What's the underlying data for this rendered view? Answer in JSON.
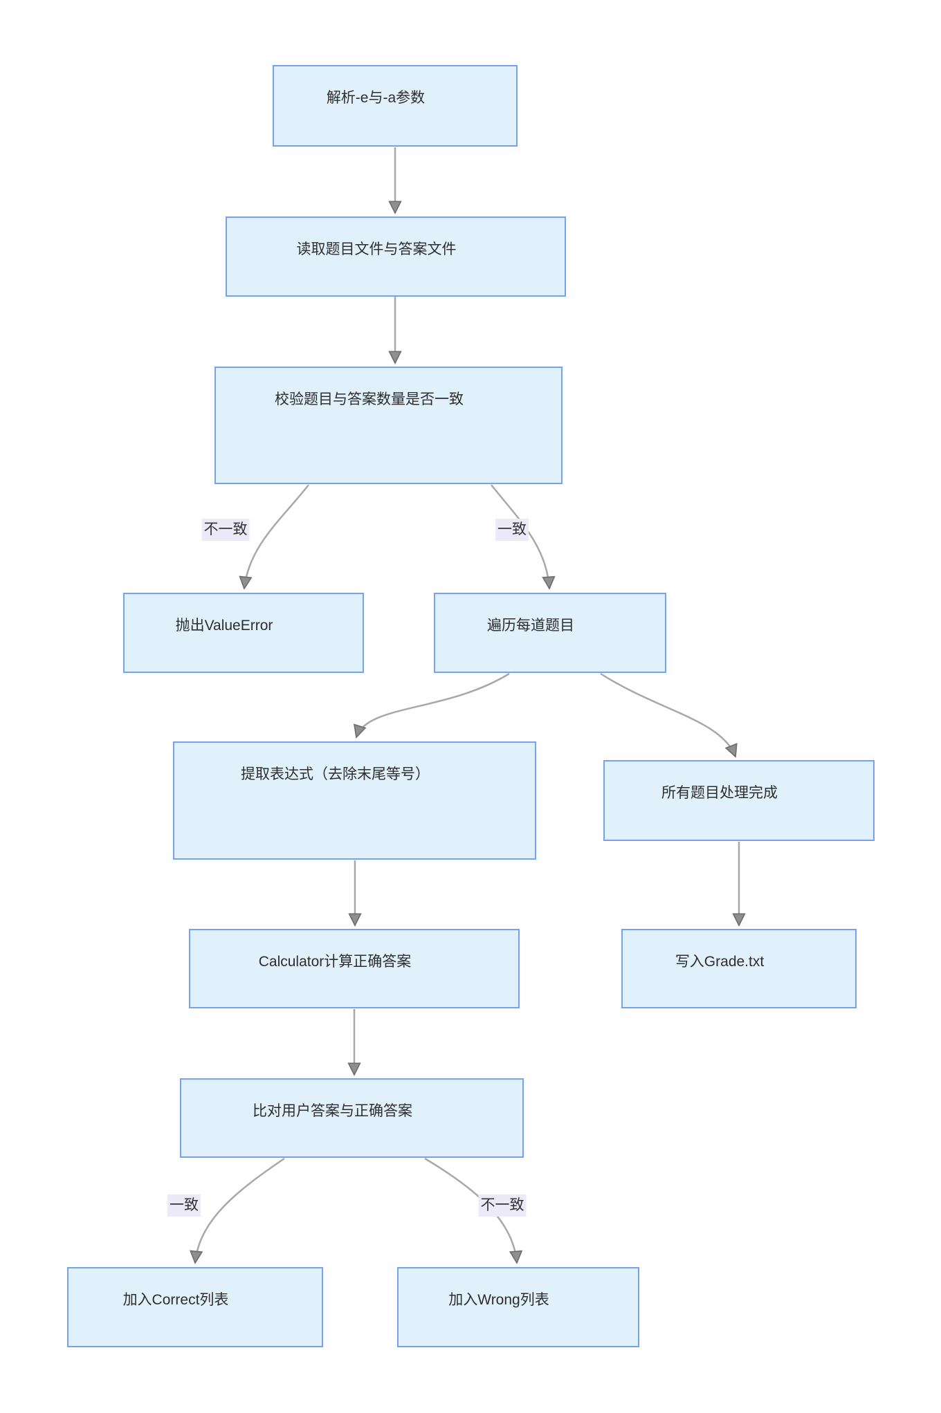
{
  "diagram": {
    "type": "flowchart",
    "direction": "top-down",
    "colors": {
      "node_fill": "#e1f1fc",
      "node_border": "#74a1f0",
      "edge_line": "#a8a8a8",
      "arrowhead": "#8f8f8f",
      "edge_label_background": "#eceaf9",
      "text": "#2d2d2d",
      "page_background": "#ffffff"
    },
    "nodes": [
      {
        "id": "parse_args",
        "label": "解析-e与-a参数"
      },
      {
        "id": "read_files",
        "label": "读取题目文件与答案文件"
      },
      {
        "id": "validate_count",
        "label": "校验题目与答案数量是否一致"
      },
      {
        "id": "throw_valueerror",
        "label": "抛出ValueError"
      },
      {
        "id": "iterate_questions",
        "label": "遍历每道题目"
      },
      {
        "id": "extract_expression",
        "label": "提取表达式（去除末尾等号）"
      },
      {
        "id": "all_done",
        "label": "所有题目处理完成"
      },
      {
        "id": "calc_answer",
        "label": "Calculator计算正确答案"
      },
      {
        "id": "write_grade",
        "label": "写入Grade.txt"
      },
      {
        "id": "compare_answers",
        "label": "比对用户答案与正确答案"
      },
      {
        "id": "add_correct",
        "label": "加入Correct列表"
      },
      {
        "id": "add_wrong",
        "label": "加入Wrong列表"
      }
    ],
    "edges": [
      {
        "from": "parse_args",
        "to": "read_files",
        "label": ""
      },
      {
        "from": "read_files",
        "to": "validate_count",
        "label": ""
      },
      {
        "from": "validate_count",
        "to": "throw_valueerror",
        "label": "不一致"
      },
      {
        "from": "validate_count",
        "to": "iterate_questions",
        "label": "一致"
      },
      {
        "from": "iterate_questions",
        "to": "extract_expression",
        "label": ""
      },
      {
        "from": "iterate_questions",
        "to": "all_done",
        "label": ""
      },
      {
        "from": "extract_expression",
        "to": "calc_answer",
        "label": ""
      },
      {
        "from": "all_done",
        "to": "write_grade",
        "label": ""
      },
      {
        "from": "calc_answer",
        "to": "compare_answers",
        "label": ""
      },
      {
        "from": "compare_answers",
        "to": "add_correct",
        "label": "一致"
      },
      {
        "from": "compare_answers",
        "to": "add_wrong",
        "label": "不一致"
      }
    ]
  }
}
